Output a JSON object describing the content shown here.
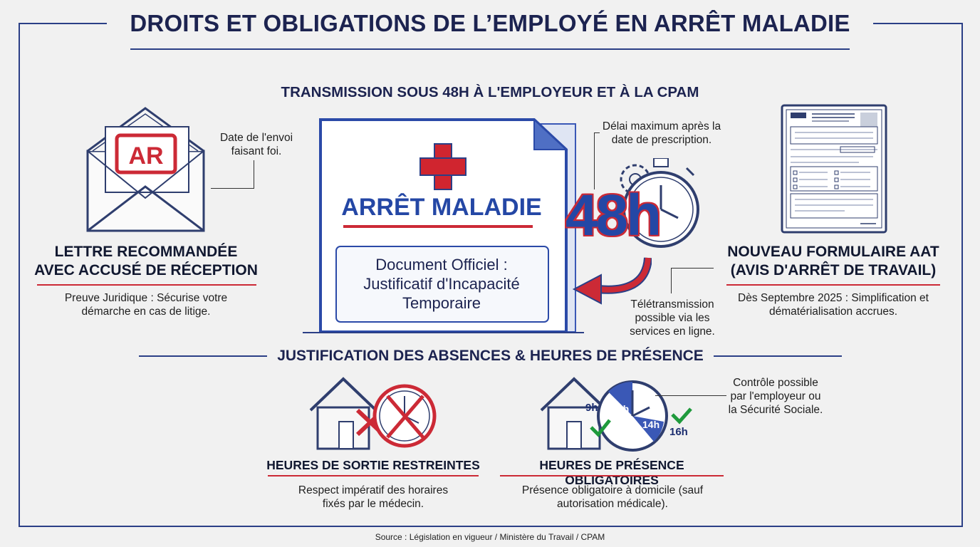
{
  "title": "DROITS ET OBLIGATIONS DE L’EMPLOYÉ EN ARRÊT MALADIE",
  "top_section": {
    "title": "TRANSMISSION SOUS 48H À L'EMPLOYEUR ET À LA CPAM",
    "letter": {
      "badge": "AR",
      "note": "Date de l'envoi faisant foi.",
      "heading_line1": "LETTRE RECOMMANDÉE",
      "heading_line2": "AVEC ACCUSÉ DE RÉCEPTION",
      "caption": "Preuve Juridique : Sécurise votre démarche en cas de litige."
    },
    "document": {
      "title": "ARRÊT MALADIE",
      "box_text": "Document Officiel : Justificatif d'Incapacité Temporaire"
    },
    "delay": {
      "value": "48h",
      "note_top": "Délai maximum après la date de prescription.",
      "note_bottom": "Télétransmission possible via les services en ligne."
    },
    "form": {
      "heading_line1": "NOUVEAU FORMULAIRE AAT",
      "heading_line2": "(AVIS D'ARRÊT DE TRAVAIL)",
      "caption": "Dès Septembre 2025 : Simplification et dématérialisation accrues."
    }
  },
  "bottom_section": {
    "title": "JUSTIFICATION DES ABSENCES & HEURES DE PRÉSENCE",
    "left": {
      "heading": "HEURES DE SORTIE RESTREINTES",
      "caption": "Respect impératif des horaires fixés par le médecin."
    },
    "right": {
      "heading": "HEURES DE PRÉSENCE OBLIGATOIRES",
      "caption": "Présence obligatoire à domicile (sauf autorisation médicale).",
      "note": "Contrôle possible par l'employeur ou la Sécurité Sociale.",
      "clock_labels": [
        "9h",
        "11h",
        "14h",
        "16h"
      ]
    }
  },
  "source": "Source : Législation en vigueur / Ministère du Travail / CPAM",
  "colors": {
    "navy": "#2b3f86",
    "red": "#cc2a36",
    "green": "#1f9a3c"
  }
}
